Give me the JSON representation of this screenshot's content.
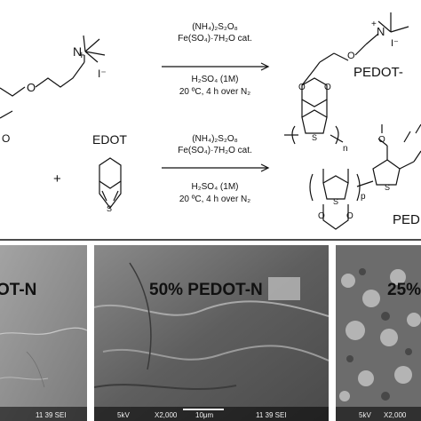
{
  "scheme": {
    "reaction1": {
      "reagent_oxidant": "(NH₄)₂S₂O₈",
      "reagent_catalyst": "Fe(SO₄)·7H₂O cat.",
      "acid": "H₂SO₄ (1M)",
      "conditions": "20 ºC, 4 h over N₂",
      "product": "PEDOT-",
      "repeat": "n",
      "cation": "+",
      "counterion": "I⁻"
    },
    "reaction2": {
      "reagent_oxidant": "(NH₄)₂S₂O₈",
      "reagent_catalyst": "Fe(SO₄)·7H₂O cat.",
      "acid": "H₂SO₄ (1M)",
      "conditions": "20 ºC, 4 h over N₂",
      "product": "PED",
      "repeat": "p"
    },
    "monomer_label": "EDOT",
    "plus_sign": "+",
    "atom_O": "O",
    "atom_S": "S",
    "atom_N": "N",
    "methoxy": "O"
  },
  "sem_panels": [
    {
      "title": "OT-N",
      "magnification": "",
      "scale": "",
      "code": "11 39 SEI",
      "voltage": ""
    },
    {
      "title": "50% PEDOT-N",
      "voltage": "5kV",
      "magnification": "X2,000",
      "scale": "10μm",
      "code": "11 39 SEI"
    },
    {
      "title": "25%",
      "voltage": "5kV",
      "magnification": "X2,000",
      "scale": "",
      "code": ""
    }
  ]
}
